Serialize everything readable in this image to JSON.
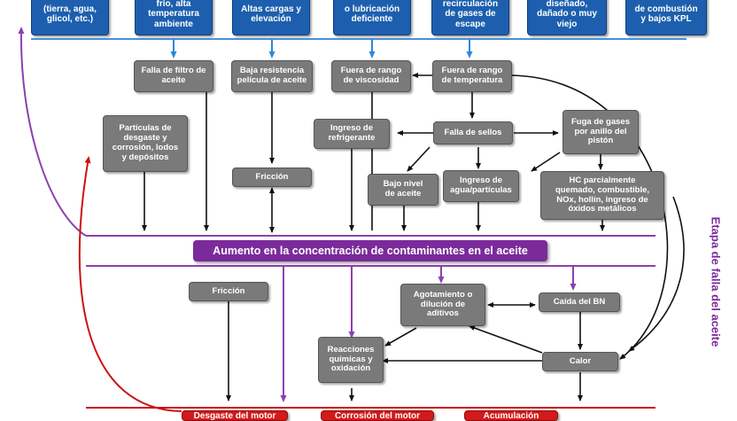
{
  "top_causes": [
    "(tierra, agua,\nglicol, etc.)",
    "frío, alta\ntemperatura\nambiente",
    "Altas cargas y\nelevación",
    "o lubricación\ndeficiente",
    "recirculación\nde gases de\nescape",
    "diseñado,\ndañado o muy\nviejo",
    "de combustión\ny bajos KPL"
  ],
  "mechanisms": {
    "filtro": "Falla de filtro de\naceite",
    "pelicula": "Baja resistencia\npelícula de aceite",
    "viscosidad": "Fuera de rango\nde viscosidad",
    "temperatura": "Fuera de rango\nde temperatura",
    "particulas": "Partículas de\ndesgaste y\ncorrosión, lodos\ny depósitos",
    "friccion1": "Fricción",
    "refrigerante": "Ingreso de\nrefrigerante",
    "sellos": "Falla de sellos",
    "fuga": "Fuga de gases\npor anillo del\npistón",
    "bajo_nivel": "Bajo nivel\nde aceite",
    "agua": "Ingreso de\nagua/partículas",
    "hc": "HC parcialmente\nquemado, combustible,\nNOx, hollín, ingreso de\nóxidos metálicos"
  },
  "central": "Aumento en la concentración de contaminantes en el aceite",
  "effects": {
    "friccion2": "Fricción",
    "agotamiento": "Agotamiento o\ndilución de\naditivos",
    "caida_bn": "Caída del BN",
    "reacciones": "Reacciones\nquímicas y\noxidación",
    "calor": "Calor"
  },
  "bottom_results": [
    "Desgaste del motor",
    "Corrosión del motor",
    "Acumulación"
  ],
  "side_label": "Etapa de falla del aceite",
  "colors": {
    "cause_blue": "#1d5fae",
    "node_gray": "#7a7a7a",
    "stage_purple": "#7b2a9b",
    "result_red": "#d21a1a",
    "divider_blue": "#4a90d9"
  }
}
